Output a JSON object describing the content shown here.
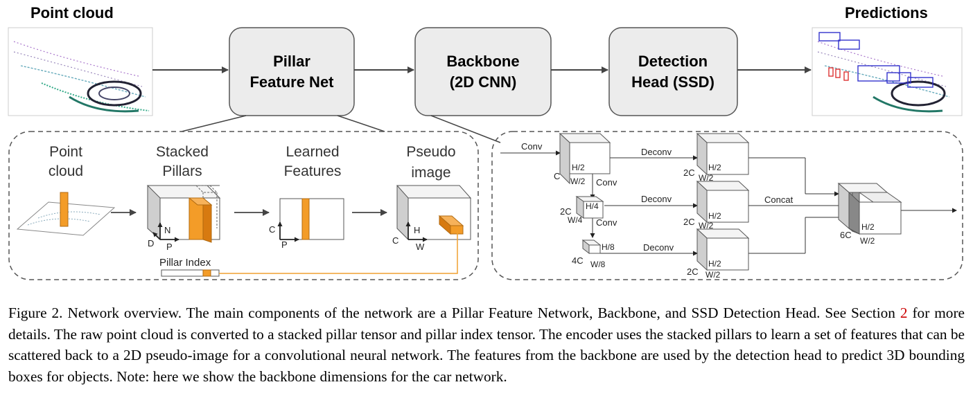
{
  "top": {
    "point_cloud_title": "Point cloud",
    "predictions_title": "Predictions",
    "boxes": [
      {
        "line1": "Pillar",
        "line2": "Feature Net"
      },
      {
        "line1": "Backbone",
        "line2": "(2D CNN)"
      },
      {
        "line1": "Detection",
        "line2": "Head (SSD)"
      }
    ]
  },
  "pfn": {
    "point_cloud": [
      "Point",
      "cloud"
    ],
    "stacked_pillars": [
      "Stacked",
      "Pillars"
    ],
    "learned_features": [
      "Learned",
      "Features"
    ],
    "pseudo_image": [
      "Pseudo",
      "image"
    ],
    "pillar_index": "Pillar Index",
    "axes": {
      "D": "D",
      "N": "N",
      "P": "P",
      "C": "C",
      "H": "H",
      "W": "W"
    }
  },
  "backbone": {
    "conv": "Conv",
    "deconv": "Deconv",
    "concat": "Concat",
    "C": "C",
    "2C": "2C",
    "4C": "4C",
    "6C": "6C",
    "H2": "H/2",
    "W2": "W/2",
    "H4": "H/4",
    "W4": "W/4",
    "H8": "H/8",
    "W8": "W/8"
  },
  "caption": {
    "part1": "Figure 2. Network overview. The main components of the network are a Pillar Feature Network, Backbone, and SSD Detection Head. See Section ",
    "ref": "2",
    "part2": " for more details. The raw point cloud is converted to a stacked pillar tensor and pillar index tensor. The encoder uses the stacked pillars to learn a set of features that can be scattered back to a 2D pseudo-image for a convolutional neural network. The features from the backbone are used by the detection head to predict 3D bounding boxes for objects. Note: here we show the backbone dimensions for the car network."
  }
}
